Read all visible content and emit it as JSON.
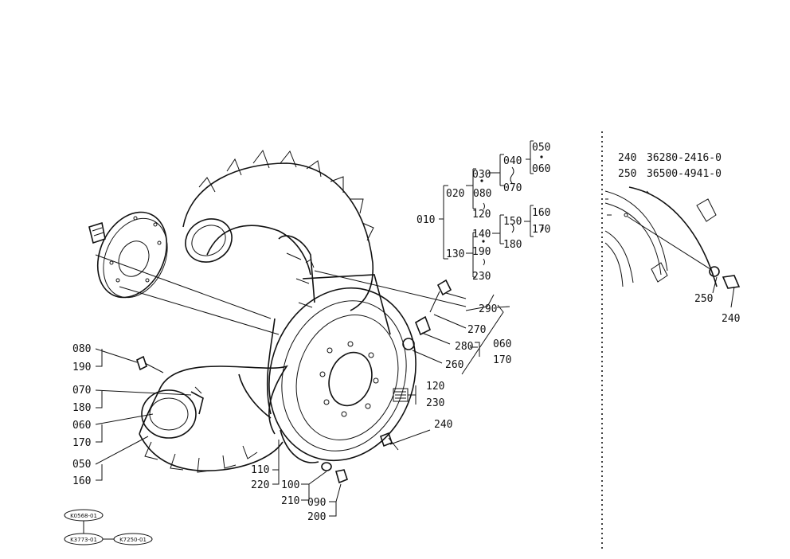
{
  "parts_table": [
    {
      "no": "240",
      "part": "36280-2416-0"
    },
    {
      "no": "250",
      "part": "36500-4941-0"
    }
  ],
  "callouts": {
    "c010": "010",
    "c020": "020",
    "c030": "030",
    "c040": "040",
    "c050": "050",
    "c060_top": "060",
    "c070_top": "070",
    "c080_top": "080",
    "c120_top": "120",
    "c130": "130",
    "c140": "140",
    "c150": "150",
    "c160": "160",
    "c170_top": "170",
    "c180_top": "180",
    "c190_top": "190",
    "c230_top": "230",
    "c290": "290",
    "c270": "270",
    "c280": "280",
    "c260": "260",
    "c060_r": "060",
    "c170_r": "170",
    "c120_r": "120",
    "c230_r": "230",
    "c240_main": "240",
    "c080_l": "080",
    "c190_l": "190",
    "c070_l": "070",
    "c180_l": "180",
    "c060_l": "060",
    "c170_l": "170",
    "c050_l": "050",
    "c160_l": "160",
    "c110": "110",
    "c220": "220",
    "c100": "100",
    "c210": "210",
    "c090": "090",
    "c200": "200",
    "c250_d": "250",
    "c240_d": "240"
  },
  "refs": {
    "r1": "K0568-01",
    "r2": "K3773-01",
    "r3": "K7250-01"
  }
}
